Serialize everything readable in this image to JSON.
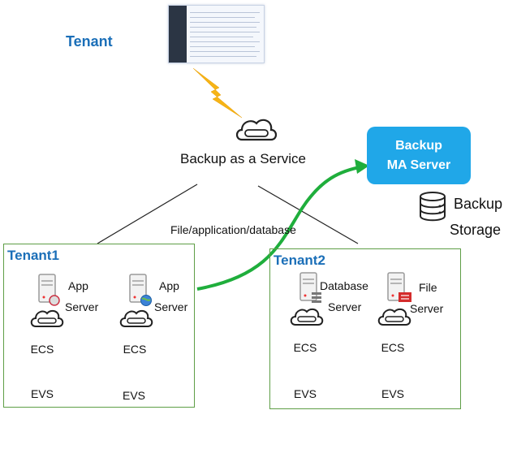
{
  "tenant_top": {
    "label": "Tenant"
  },
  "baas": {
    "label": "Backup as a Service",
    "icon": "cloud-icon"
  },
  "ma_server": {
    "line1": "Backup",
    "line2": "MA Server",
    "color": "#20a7e8"
  },
  "storage": {
    "line1": "Backup",
    "line2": "Storage",
    "icon": "database-icon"
  },
  "connector_label": "File/application/database",
  "tenant1": {
    "title": "Tenant1",
    "servers": [
      {
        "line1": "App",
        "line2": "Server",
        "ecs": "ECS",
        "evs": "EVS"
      },
      {
        "line1": "App",
        "line2": "Server",
        "ecs": "ECS",
        "evs": "EVS"
      }
    ]
  },
  "tenant2": {
    "title": "Tenant2",
    "servers": [
      {
        "line1": "Database",
        "line2": "Server",
        "ecs": "ECS",
        "evs": "EVS"
      },
      {
        "line1": "File",
        "line2": "Server",
        "ecs": "ECS",
        "evs": "EVS"
      }
    ]
  },
  "colors": {
    "tenant_text": "#1b6fb8",
    "box_border": "#5e9e46",
    "flow_arrow": "#1fae3c",
    "lightning": "#f6b417"
  }
}
